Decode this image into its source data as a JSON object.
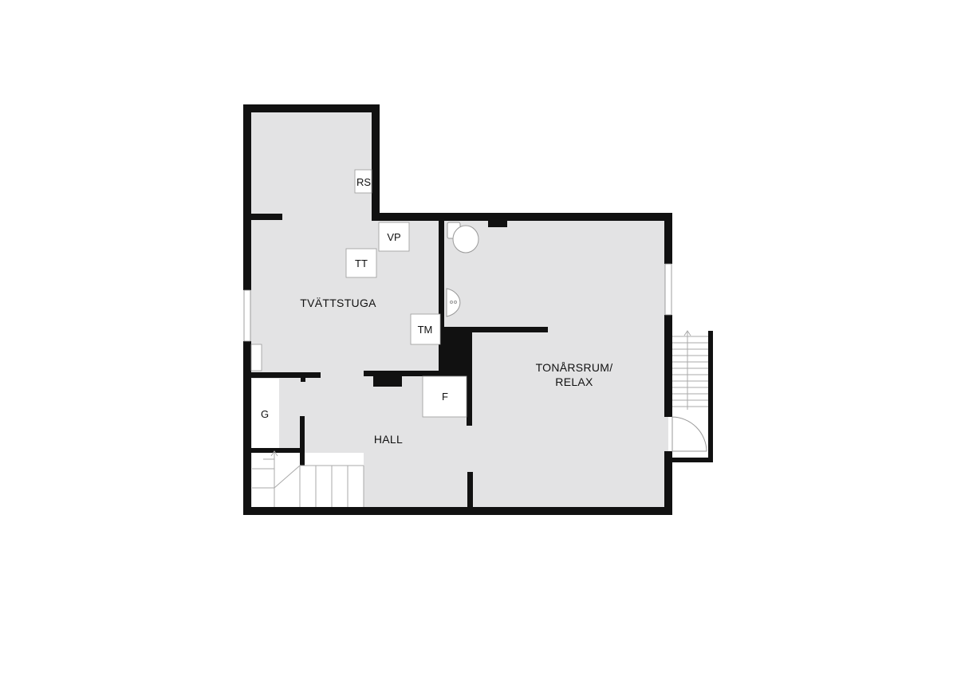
{
  "floorplan": {
    "rooms": {
      "tvattstuga": "TVÄTTSTUGA",
      "tonarsrum_line1": "TONÅRSRUM/",
      "tonarsrum_line2": "RELAX",
      "hall": "HALL"
    },
    "fixtures": {
      "rs": "RS",
      "vp": "VP",
      "tt": "TT",
      "tm": "TM",
      "f": "F",
      "g": "G"
    },
    "colors": {
      "wall": "#111111",
      "floor": "#e3e3e4",
      "fixture": "#ffffff"
    }
  }
}
